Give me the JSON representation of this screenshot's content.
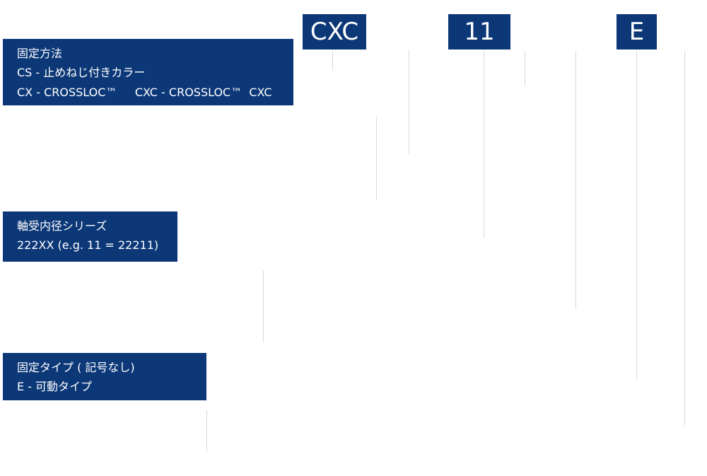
{
  "code": {
    "segment_1": "CXC",
    "segment_3": "11",
    "segment_5": "E"
  },
  "options": {
    "mounting": {
      "title": "固定方法",
      "line_1": "CS - 止めねじ付きカラー",
      "line_2": "CX - CROSSLOC™     CXC - CROSSLOC™  CXC"
    },
    "bore_series": {
      "title": "軸受内径シリーズ",
      "line_1": "222XX (e.g. 11 = 22211)"
    },
    "fixing_type": {
      "title": "固定タイプ ( 記号なし)",
      "line_1": "E - 可動タイプ"
    }
  },
  "colors": {
    "navy": "#0d3878",
    "connector": "#d9d9d9"
  }
}
